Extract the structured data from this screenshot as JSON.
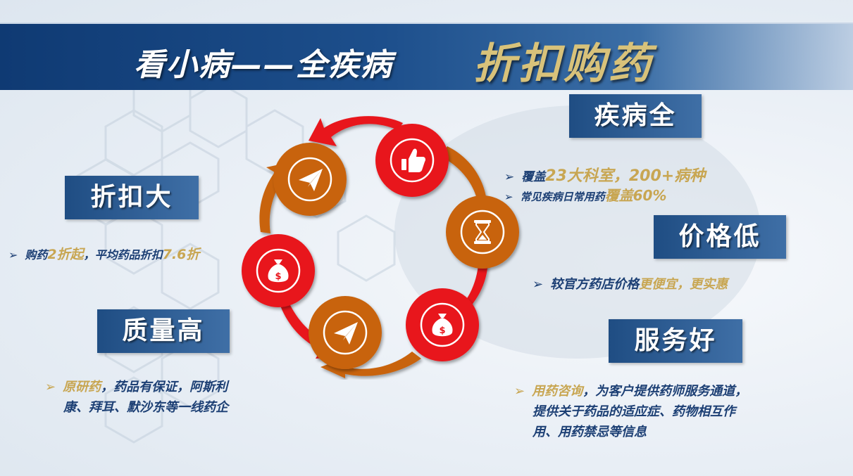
{
  "title": {
    "part1": "看小病——全疾病",
    "part2": "折扣购药"
  },
  "sections": {
    "disease_full": {
      "label": "疾病全",
      "lines": [
        {
          "pre": "覆盖",
          "hl": "23大科室，200+病种",
          "post": ""
        },
        {
          "pre": "常见疾病日常用药",
          "hl": "覆盖60%",
          "post": ""
        }
      ]
    },
    "discount_big": {
      "label": "折扣大",
      "lines": [
        {
          "pre": "购药",
          "hl": "2折起",
          "mid": "，平均药品折扣",
          "hl2": "7.6折"
        }
      ]
    },
    "price_low": {
      "label": "价格低",
      "lines": [
        {
          "pre": "较官方药店价格",
          "hl": "更便宜，更实惠",
          "post": ""
        }
      ]
    },
    "quality_high": {
      "label": "质量高",
      "line1_hl": "原研药",
      "line1_rest": "，药品有保证，阿斯利",
      "line2": "康、拜耳、默沙东等一线药企"
    },
    "service_good": {
      "label": "服务好",
      "line1_hl": "用药咨询",
      "line1_rest": "，为客户提供药师服务通道，",
      "line2": "提供关于药品的适应症、药物相互作",
      "line3": "用、用药禁忌等信息"
    }
  },
  "cycle_icons": [
    "thumbs-up-icon",
    "hourglass-icon",
    "money-bag-icon",
    "paper-plane-icon",
    "money-bag-icon",
    "paper-plane-icon"
  ],
  "colors": {
    "red": "#e8141b",
    "orange": "#c8640e",
    "navy": "#1c3f74",
    "gold": "#c8a652"
  },
  "icon_glyphs": {
    "dollar": "$"
  }
}
